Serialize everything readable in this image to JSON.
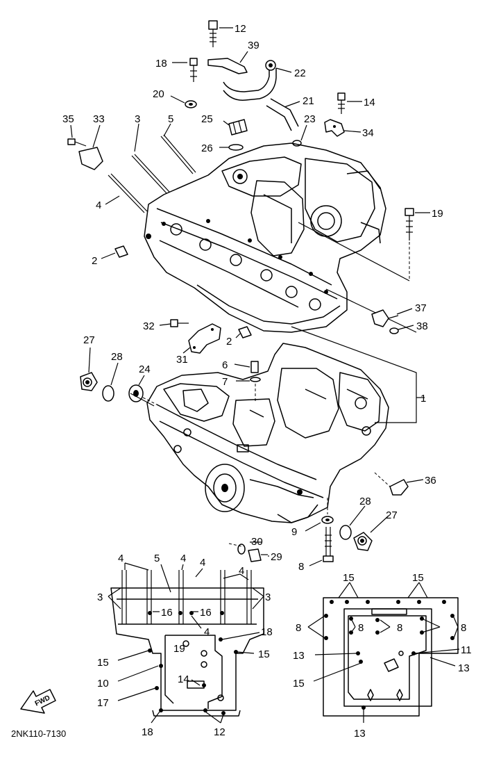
{
  "diagram_code": "2NK110-7130",
  "fwd_label": "FWD",
  "callouts": {
    "c12a": "12",
    "c39": "39",
    "c18a": "18",
    "c22": "22",
    "c20": "20",
    "c21": "21",
    "c14a": "14",
    "c35": "35",
    "c33": "33",
    "c3a": "3",
    "c5a": "5",
    "c25": "25",
    "c23": "23",
    "c34": "34",
    "c26": "26",
    "c4a": "4",
    "c19a": "19",
    "c2a": "2",
    "c37": "37",
    "c32": "32",
    "c38": "38",
    "c27a": "27",
    "c2b": "2",
    "c31": "31",
    "c28a": "28",
    "c6": "6",
    "c24": "24",
    "c7": "7",
    "c1": "1",
    "c36": "36",
    "c28b": "28",
    "c27b": "27",
    "c9": "9",
    "c30": "30",
    "c29": "29",
    "c8a": "8",
    "i4a": "4",
    "i5": "5",
    "i4b": "4",
    "i4c": "4",
    "i4d": "4",
    "i3a": "3",
    "i16a": "16",
    "i16b": "16",
    "i3b": "3",
    "i4e": "4",
    "i18a": "18",
    "i19": "19",
    "i15a": "15",
    "i15b": "15",
    "i10": "10",
    "i14": "14",
    "i17": "17",
    "i18b": "18",
    "i12": "12",
    "r15a": "15",
    "r15b": "15",
    "r8a": "8",
    "r8b": "8",
    "r8c": "8",
    "r8d": "8",
    "r13a": "13",
    "r11": "11",
    "r13b": "13",
    "r15c": "15",
    "r13c": "13"
  }
}
